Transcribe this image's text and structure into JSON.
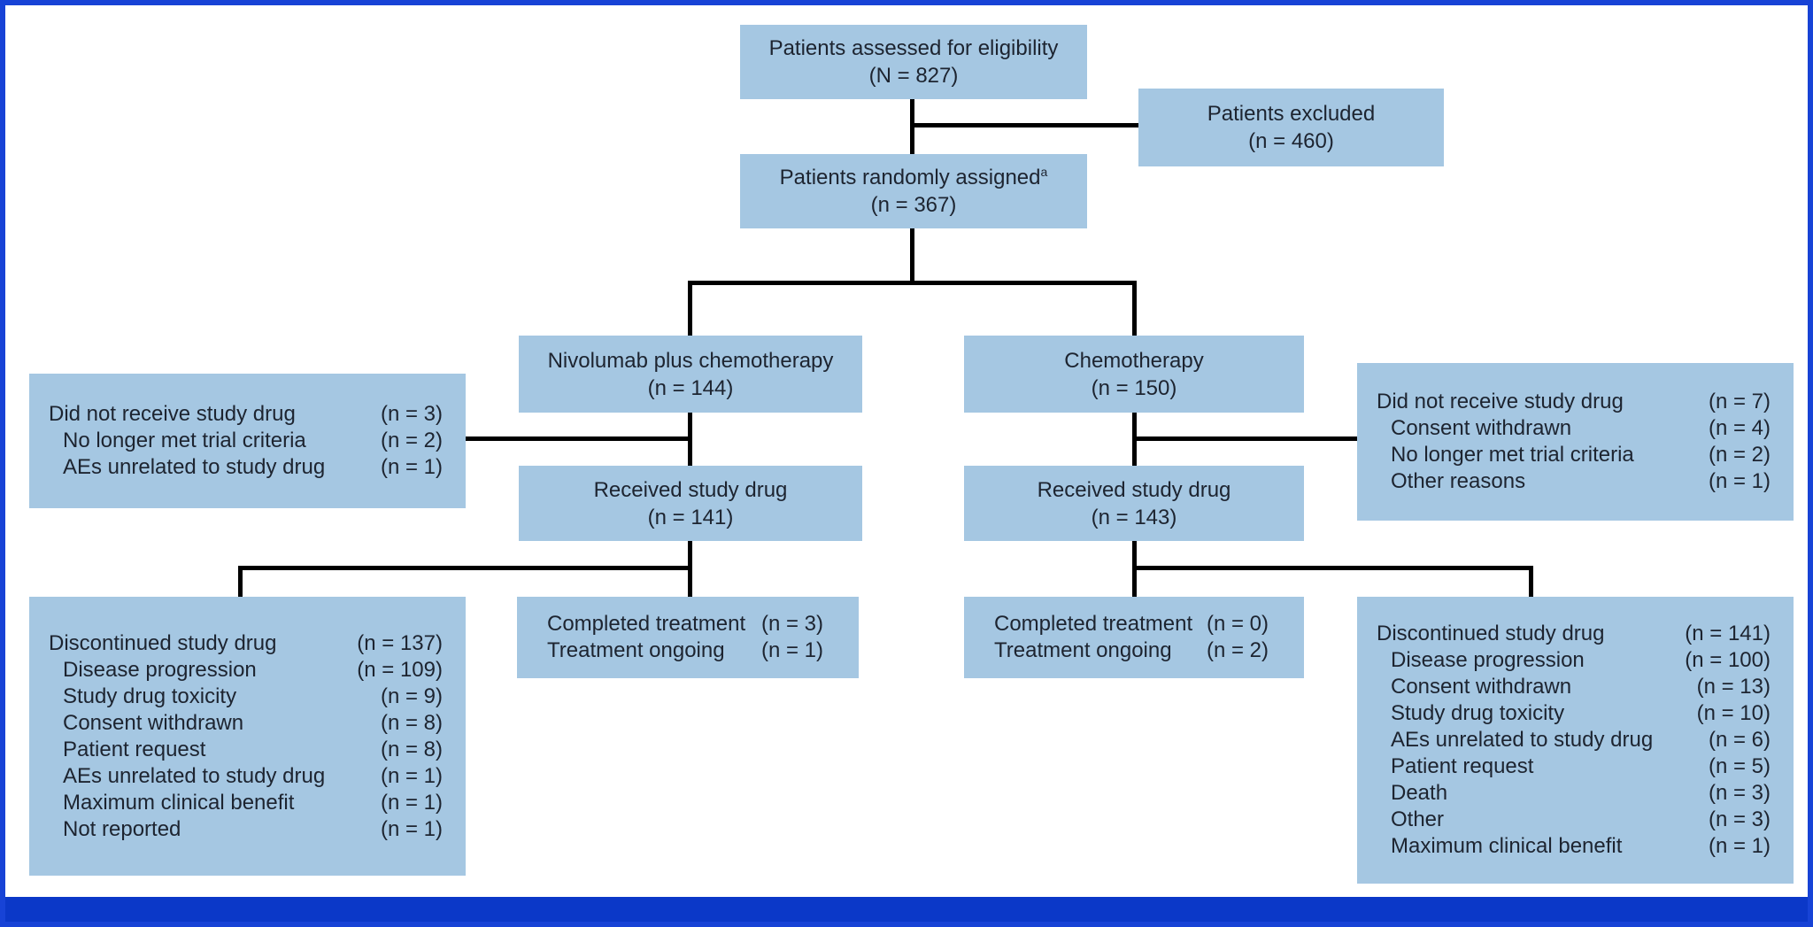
{
  "figure": {
    "type": "consort-flow-diagram",
    "colors": {
      "frame_border": "#1743d6",
      "bottom_bar": "#0b38c8",
      "box_fill": "#a5c7e2",
      "connector": "#000000",
      "text": "#1d2430",
      "background": "#ffffff"
    },
    "boxes": {
      "eligibility": {
        "line1": "Patients assessed for eligibility",
        "line2": "(N = 827)"
      },
      "excluded": {
        "line1": "Patients excluded",
        "line2": "(n = 460)"
      },
      "randomized": {
        "line1": "Patients randomly assigned",
        "superscript": "a",
        "line2": "(n = 367)"
      },
      "arm_nivo": {
        "line1": "Nivolumab plus chemotherapy",
        "line2": "(n = 144)"
      },
      "arm_chemo": {
        "line1": "Chemotherapy",
        "line2": "(n = 150)"
      },
      "received_left": {
        "line1": "Received study drug",
        "line2": "(n = 141)"
      },
      "received_right": {
        "line1": "Received study drug",
        "line2": "(n = 143)"
      },
      "not_received_left": {
        "rows": [
          {
            "label": "Did not receive study drug",
            "value": "(n = 3)",
            "indent": false
          },
          {
            "label": "No longer met trial criteria",
            "value": "(n = 2)",
            "indent": true
          },
          {
            "label": "AEs unrelated to study drug",
            "value": "(n = 1)",
            "indent": true
          }
        ]
      },
      "not_received_right": {
        "rows": [
          {
            "label": "Did not receive study drug",
            "value": "(n = 7)",
            "indent": false
          },
          {
            "label": "Consent withdrawn",
            "value": "(n = 4)",
            "indent": true
          },
          {
            "label": "No longer met trial criteria",
            "value": "(n = 2)",
            "indent": true
          },
          {
            "label": "Other reasons",
            "value": "(n = 1)",
            "indent": true
          }
        ]
      },
      "completed_left": {
        "rows": [
          {
            "label": "Completed treatment",
            "value": "(n = 3)",
            "indent": false
          },
          {
            "label": "Treatment ongoing",
            "value": "(n = 1)",
            "indent": false
          }
        ]
      },
      "completed_right": {
        "rows": [
          {
            "label": "Completed treatment",
            "value": "(n = 0)",
            "indent": false
          },
          {
            "label": "Treatment ongoing",
            "value": "(n = 2)",
            "indent": false
          }
        ]
      },
      "discontinued_left": {
        "rows": [
          {
            "label": "Discontinued study drug",
            "value": "(n = 137)",
            "indent": false
          },
          {
            "label": "Disease progression",
            "value": "(n = 109)",
            "indent": true
          },
          {
            "label": "Study drug toxicity",
            "value": "(n = 9)",
            "indent": true
          },
          {
            "label": "Consent withdrawn",
            "value": "(n = 8)",
            "indent": true
          },
          {
            "label": "Patient request",
            "value": "(n = 8)",
            "indent": true
          },
          {
            "label": "AEs unrelated to study drug",
            "value": "(n = 1)",
            "indent": true
          },
          {
            "label": "Maximum clinical benefit",
            "value": "(n = 1)",
            "indent": true
          },
          {
            "label": "Not reported",
            "value": "(n = 1)",
            "indent": true
          }
        ]
      },
      "discontinued_right": {
        "rows": [
          {
            "label": "Discontinued study drug",
            "value": "(n = 141)",
            "indent": false
          },
          {
            "label": "Disease progression",
            "value": "(n = 100)",
            "indent": true
          },
          {
            "label": "Consent withdrawn",
            "value": "(n = 13)",
            "indent": true
          },
          {
            "label": "Study drug toxicity",
            "value": "(n = 10)",
            "indent": true
          },
          {
            "label": "AEs unrelated to study drug",
            "value": "(n = 6)",
            "indent": true
          },
          {
            "label": "Patient request",
            "value": "(n = 5)",
            "indent": true
          },
          {
            "label": "Death",
            "value": "(n = 3)",
            "indent": true
          },
          {
            "label": "Other",
            "value": "(n = 3)",
            "indent": true
          },
          {
            "label": "Maximum clinical benefit",
            "value": "(n = 1)",
            "indent": true
          }
        ]
      }
    }
  }
}
